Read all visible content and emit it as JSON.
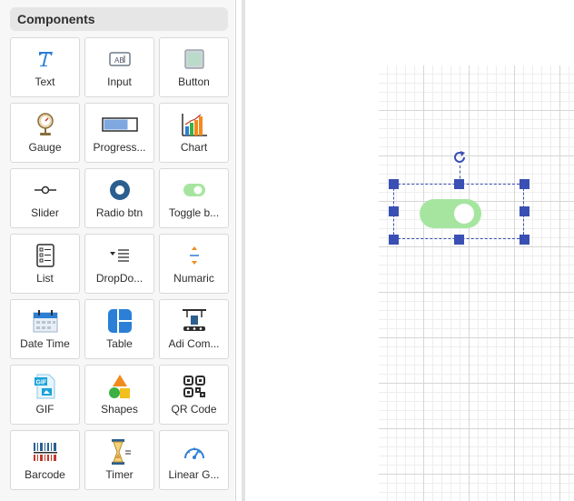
{
  "panel": {
    "title": "Components",
    "items": [
      {
        "label": "Text",
        "icon": "text-icon"
      },
      {
        "label": "Input",
        "icon": "input-icon"
      },
      {
        "label": "Button",
        "icon": "button-icon"
      },
      {
        "label": "Gauge",
        "icon": "gauge-icon"
      },
      {
        "label": "Progress...",
        "icon": "progress-bar-icon"
      },
      {
        "label": "Chart",
        "icon": "bar-chart-icon"
      },
      {
        "label": "Slider",
        "icon": "slider-icon"
      },
      {
        "label": "Radio btn",
        "icon": "radio-button-icon"
      },
      {
        "label": "Toggle b...",
        "icon": "toggle-switch-icon"
      },
      {
        "label": "List",
        "icon": "list-icon"
      },
      {
        "label": "DropDo...",
        "icon": "dropdown-icon"
      },
      {
        "label": "Numaric",
        "icon": "numeric-stepper-icon"
      },
      {
        "label": "Date Time",
        "icon": "calendar-icon"
      },
      {
        "label": "Table",
        "icon": "table-icon"
      },
      {
        "label": "Adi Com...",
        "icon": "machine-component-icon"
      },
      {
        "label": "GIF",
        "icon": "gif-file-icon"
      },
      {
        "label": "Shapes",
        "icon": "shapes-icon"
      },
      {
        "label": "QR Code",
        "icon": "qr-code-icon"
      },
      {
        "label": "Barcode",
        "icon": "barcode-icon"
      },
      {
        "label": "Timer",
        "icon": "hourglass-icon"
      },
      {
        "label": "Linear G...",
        "icon": "speedometer-icon"
      }
    ]
  },
  "canvas": {
    "selected_element": "toggle-switch",
    "toggle_state": "on",
    "colors": {
      "selection": "#3a4fb3",
      "toggle_track": "#a6e5a0",
      "toggle_knob": "#ffffff"
    }
  },
  "colors": {
    "accent": "#3a4fb3",
    "icon_blue": "#2b7fd6",
    "chart_orange": "#f28b1e",
    "chart_green": "#3cb043"
  }
}
